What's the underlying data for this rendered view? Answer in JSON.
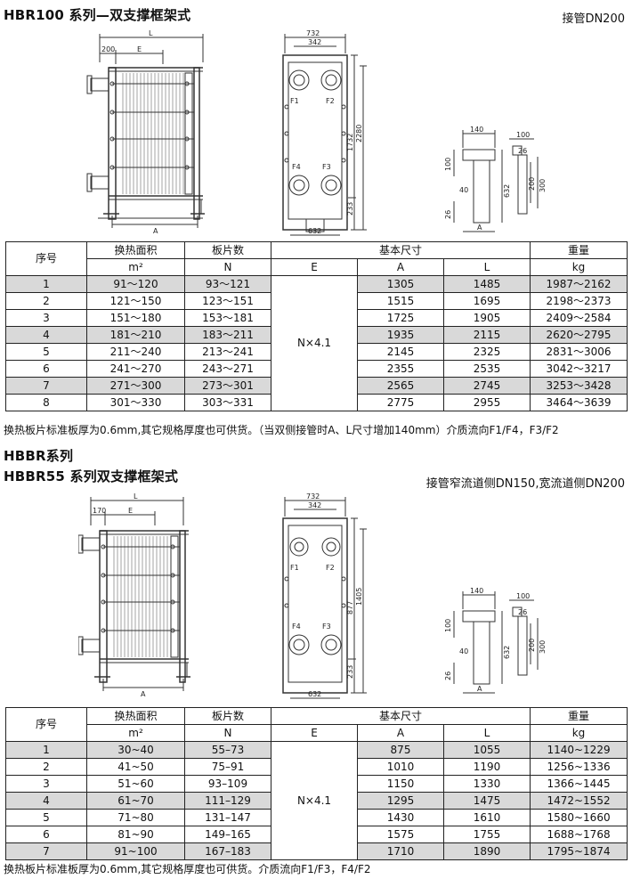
{
  "section1": {
    "title": "HBR100  系列—双支撑框架式",
    "connection": "接管DN200",
    "drawing_labels": {
      "L": "L",
      "dim200": "200",
      "E": "E",
      "A": "A",
      "w732": "732",
      "w342": "342",
      "w632": "632",
      "h2280": "2280",
      "h1732": "1732",
      "h233": "233",
      "F1": "F1",
      "F2": "F2",
      "F3": "F3",
      "F4": "F4",
      "d140": "140",
      "d100": "100",
      "d100b": "100",
      "d26": "26",
      "d632": "632",
      "d40": "40",
      "d200": "200",
      "d300": "300",
      "d26b": "26",
      "dA": "A"
    },
    "table": {
      "headers": {
        "no": "序号",
        "area": "换热面积",
        "area_unit": "m²",
        "plates": "板片数",
        "plates_unit": "N",
        "basic": "基本尺寸",
        "E": "E",
        "A": "A",
        "L": "L",
        "weight": "重量",
        "weight_unit": "kg"
      },
      "e_value": "N×4.1",
      "rows": [
        {
          "no": "1",
          "area": "91～120",
          "plates": "93～121",
          "A": "1305",
          "L": "1485",
          "weight": "1987～2162"
        },
        {
          "no": "2",
          "area": "121～150",
          "plates": "123～151",
          "A": "1515",
          "L": "1695",
          "weight": "2198～2373"
        },
        {
          "no": "3",
          "area": "151～180",
          "plates": "153～181",
          "A": "1725",
          "L": "1905",
          "weight": "2409～2584"
        },
        {
          "no": "4",
          "area": "181～210",
          "plates": "183～211",
          "A": "1935",
          "L": "2115",
          "weight": "2620～2795"
        },
        {
          "no": "5",
          "area": "211～240",
          "plates": "213～241",
          "A": "2145",
          "L": "2325",
          "weight": "2831～3006"
        },
        {
          "no": "6",
          "area": "241～270",
          "plates": "243～271",
          "A": "2355",
          "L": "2535",
          "weight": "3042～3217"
        },
        {
          "no": "7",
          "area": "271～300",
          "plates": "273～301",
          "A": "2565",
          "L": "2745",
          "weight": "3253～3428"
        },
        {
          "no": "8",
          "area": "301～330",
          "plates": "303～331",
          "A": "2775",
          "L": "2955",
          "weight": "3464～3639"
        }
      ]
    },
    "note": "换热板片标准板厚为0.6mm,其它规格厚度也可供货。（当双侧接管时A、L尺寸增加140mm）介质流向F1/F4，F3/F2"
  },
  "section2": {
    "series": "HBBR系列",
    "title": "HBBR55  系列双支撑框架式",
    "connection": "接管窄流道侧DN150,宽流道侧DN200",
    "drawing_labels": {
      "L": "L",
      "dim170": "170",
      "E": "E",
      "A": "A",
      "w732": "732",
      "w342": "342",
      "w632": "632",
      "h1405": "1405",
      "h877": "877",
      "h233": "233",
      "F1": "F1",
      "F2": "F2",
      "F3": "F3",
      "F4": "F4",
      "d140": "140",
      "d100": "100",
      "d100b": "100",
      "d26": "26",
      "d632": "632",
      "d40": "40",
      "d200": "200",
      "d300": "300",
      "d26b": "26",
      "dA": "A"
    },
    "table": {
      "headers": {
        "no": "序号",
        "area": "换热面积",
        "area_unit": "m²",
        "plates": "板片数",
        "plates_unit": "N",
        "basic": "基本尺寸",
        "E": "E",
        "A": "A",
        "L": "L",
        "weight": "重量",
        "weight_unit": "kg"
      },
      "e_value": "N×4.1",
      "rows": [
        {
          "no": "1",
          "area": "30~40",
          "plates": "55–73",
          "A": "875",
          "L": "1055",
          "weight": "1140~1229"
        },
        {
          "no": "2",
          "area": "41~50",
          "plates": "75–91",
          "A": "1010",
          "L": "1190",
          "weight": "1256~1336"
        },
        {
          "no": "3",
          "area": "51~60",
          "plates": "93–109",
          "A": "1150",
          "L": "1330",
          "weight": "1366~1445"
        },
        {
          "no": "4",
          "area": "61~70",
          "plates": "111–129",
          "A": "1295",
          "L": "1475",
          "weight": "1472~1552"
        },
        {
          "no": "5",
          "area": "71~80",
          "plates": "131–147",
          "A": "1430",
          "L": "1610",
          "weight": "1580~1660"
        },
        {
          "no": "6",
          "area": "81~90",
          "plates": "149–165",
          "A": "1575",
          "L": "1755",
          "weight": "1688~1768"
        },
        {
          "no": "7",
          "area": "91~100",
          "plates": "167–183",
          "A": "1710",
          "L": "1890",
          "weight": "1795~1874"
        }
      ]
    },
    "note": "换热板片标准板厚为0.6mm,其它规格厚度也可供货。介质流向F1/F3，F4/F2"
  }
}
